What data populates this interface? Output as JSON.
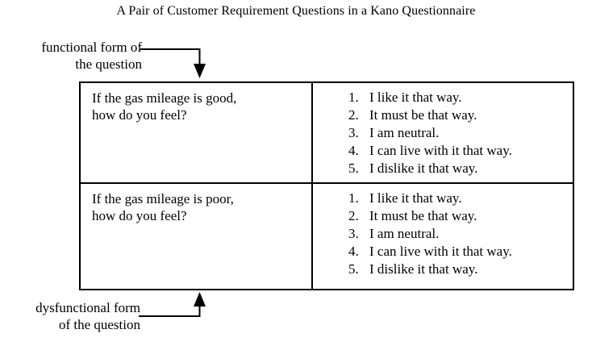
{
  "title": "A Pair of Customer Requirement Questions in a Kano Questionnaire",
  "callouts": {
    "functional": "functional form of\nthe question",
    "dysfunctional": "dysfunctional form\nof the question"
  },
  "table": {
    "rows": [
      {
        "id": "functional",
        "question": "If the gas mileage is good,\nhow do you feel?",
        "answers": [
          {
            "num": "1.",
            "text": "I like it that way."
          },
          {
            "num": "2.",
            "text": "It must be that way."
          },
          {
            "num": "3.",
            "text": "I am neutral."
          },
          {
            "num": "4.",
            "text": "I can live with it that way."
          },
          {
            "num": "5.",
            "text": "I dislike it that way."
          }
        ]
      },
      {
        "id": "dysfunctional",
        "question": "If the gas mileage is poor,\nhow do you feel?",
        "answers": [
          {
            "num": "1.",
            "text": "I like it that way."
          },
          {
            "num": "2.",
            "text": "It must be that way."
          },
          {
            "num": "3.",
            "text": "I am neutral."
          },
          {
            "num": "4.",
            "text": "I can live with it that way."
          },
          {
            "num": "5.",
            "text": "I dislike it that way."
          }
        ]
      }
    ]
  },
  "colors": {
    "ink": "#000000",
    "paper": "#ffffff"
  }
}
